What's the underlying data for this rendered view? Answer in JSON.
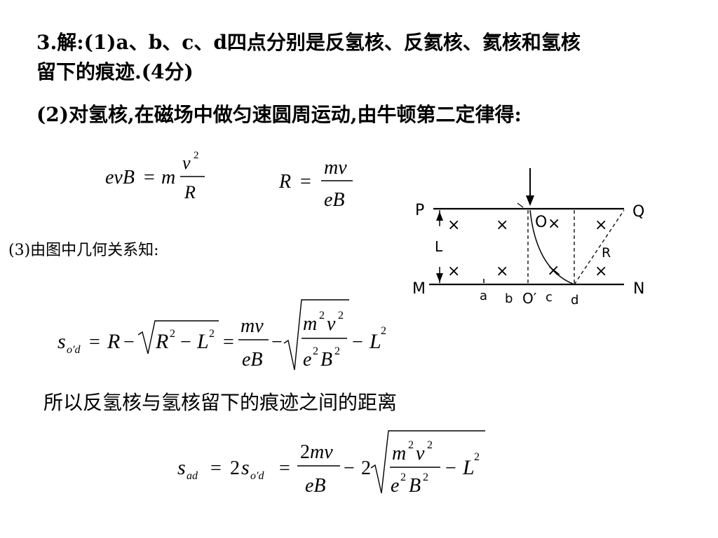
{
  "text": {
    "para1": "3.解:(1)a、b、c、d四点分别是反氢核、反氦核、氦核和氢核留下的痕迹.(4分)",
    "para2": "(2)对氢核,在磁场中做匀速圆周运动,由牛顿第二定律得:",
    "para3": "(3)由图中几何关系知:",
    "para4": "所以反氢核与氢核留下的痕迹之间的距离"
  },
  "diagram": {
    "labels": {
      "P": "P",
      "Q": "Q",
      "M": "M",
      "N": "N",
      "O": "O",
      "O_prime": "O′",
      "L": "L",
      "R": "R",
      "a": "a",
      "b": "b",
      "c": "c",
      "d": "d",
      "x": "×"
    }
  },
  "colors": {
    "text": "#000000",
    "background": "#ffffff"
  }
}
